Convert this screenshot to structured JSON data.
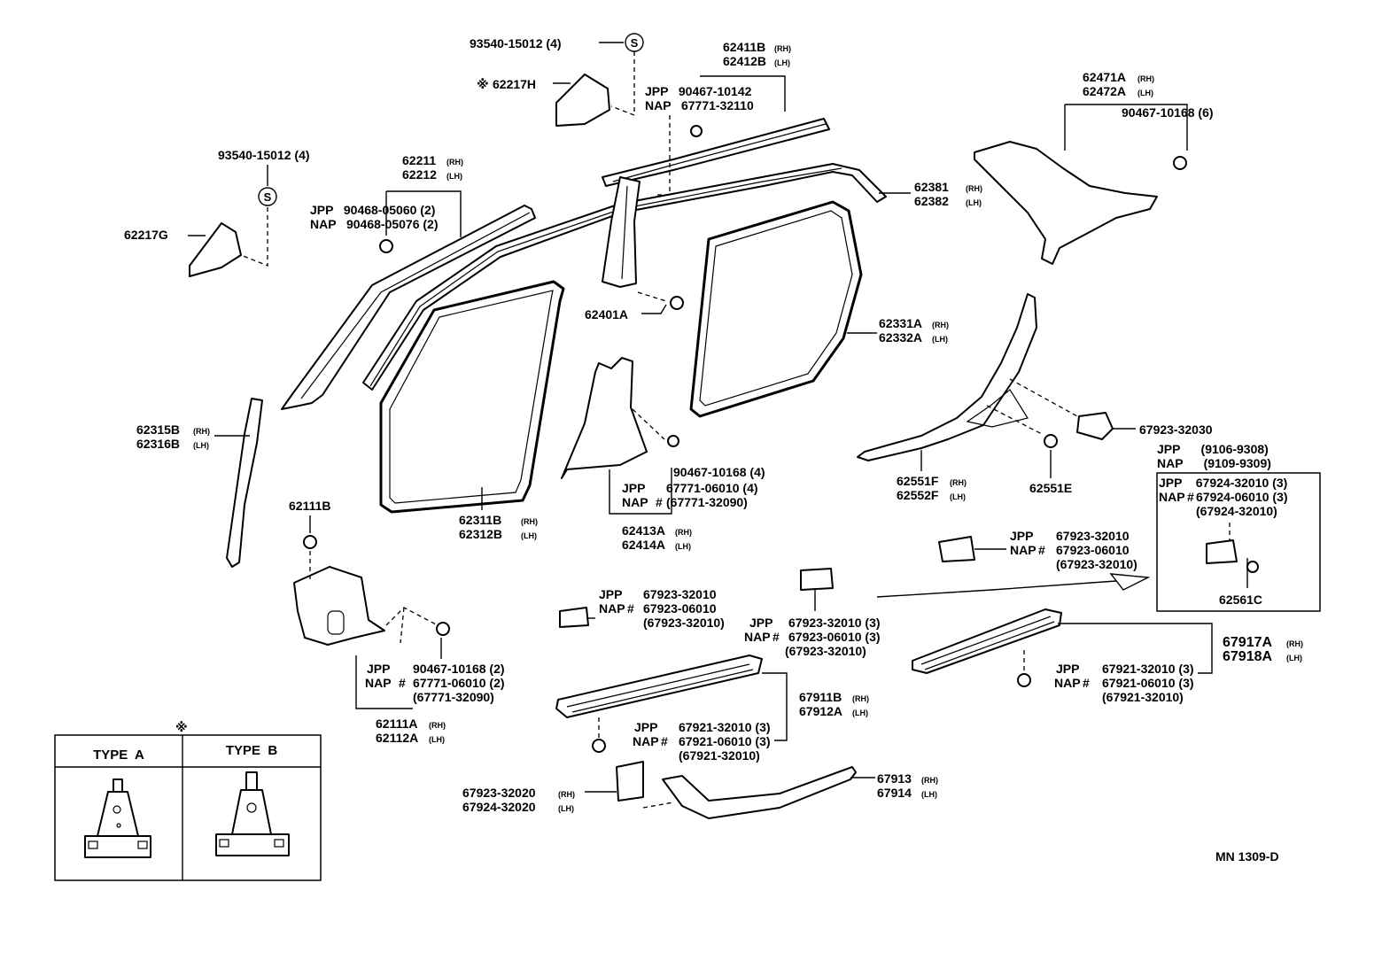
{
  "callouts": {
    "c1a": "93540-15012 (4)",
    "c1b": "93540-15012 (4)",
    "c2": "62217H",
    "c3": "62217G",
    "c4": "62211",
    "c5": "62212",
    "c6a": "JPP   90468-05060 (2)",
    "c6b": "NAP   90468-05076 (2)",
    "c7a": "62411B",
    "c7b": "62412B",
    "c8a": "JPP   90467-10142",
    "c8b": "NAP   67771-32110",
    "c9a": "62381",
    "c9b": "62382",
    "c10a": "62471A",
    "c10b": "62472A",
    "c11": "90467-10168 (6)",
    "c12a": "62315B",
    "c12b": "62316B",
    "c13": "62401A",
    "c14a": "62331A",
    "c14b": "62332A",
    "c15": "67923-32030",
    "c16": "90467-10168 (4)",
    "c17a": "JPP",
    "c17b": "NAP",
    "c17c": "67771-06010 (4)",
    "c17d": "(67771-32090)",
    "c18a": "62413A",
    "c18b": "62414A",
    "c19a": "62311B",
    "c19b": "62312B",
    "c20a": "62551F",
    "c20b": "62552F",
    "c21": "62551E",
    "c22a": "JPP      (9106-9308)",
    "c22b": "NAP      (9109-9309)",
    "c23a": "JPP    67924-32010 (3)",
    "c23b": "NAP",
    "c23c": "67924-06010 (3)",
    "c23d": "(67924-32010)",
    "c24": "62561C",
    "c25": "62111B",
    "c26a": "JPP",
    "c26b": "NAP",
    "c26c": "67923-32010",
    "c26d": "67923-06010",
    "c26e": "(67923-32010)",
    "c27a": "JPP",
    "c27b": "NAP",
    "c27c": "67923-32010",
    "c27d": "67923-06010",
    "c27e": "(67923-32010)",
    "c28a": "JPP",
    "c28b": "NAP",
    "c28c": "67923-32010 (3)",
    "c28d": "67923-06010 (3)",
    "c28e": "(67923-32010)",
    "c29a": "90467-10168 (2)",
    "c29b": "67771-06010 (2)",
    "c29c": "(67771-32090)",
    "c29d": "JPP",
    "c29e": "NAP",
    "c30a": "62111A",
    "c30b": "62112A",
    "c31a": "67917A",
    "c31b": "67918A",
    "c32a": "JPP",
    "c32b": "NAP",
    "c32c": "67921-32010 (3)",
    "c32d": "67921-06010 (3)",
    "c32e": "(67921-32010)",
    "c33a": "67911B",
    "c33b": "67912A",
    "c34a": "JPP",
    "c34b": "NAP",
    "c34c": "67921-32010 (3)",
    "c34d": "67921-06010 (3)",
    "c34e": "(67921-32010)",
    "c35a": "67923-32020",
    "c35b": "67924-32020",
    "c36a": "67913",
    "c36b": "67914"
  },
  "tags": {
    "rh": "(RH)",
    "lh": "(LH)"
  },
  "symbols": {
    "asterisk": "※",
    "s_mark": "S",
    "hash": "#"
  },
  "legend": {
    "type_a": "TYPE  A",
    "type_b": "TYPE  B"
  },
  "footer": {
    "code": "MN 1309-D"
  }
}
